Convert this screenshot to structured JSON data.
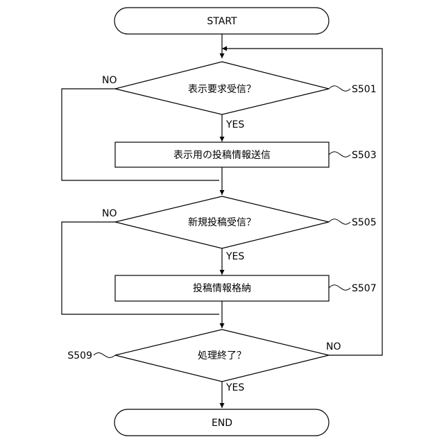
{
  "nodes": {
    "start": "START",
    "s501": "表示要求受信？",
    "s503": "表示用の投稿情報送信",
    "s505": "新規投稿受信？",
    "s507": "投稿情報格納",
    "s509": "処理終了？",
    "end": "END"
  },
  "step_labels": {
    "s501": "S501",
    "s503": "S503",
    "s505": "S505",
    "s507": "S507",
    "s509": "S509"
  },
  "branch_labels": {
    "s501_no": "NO",
    "s501_yes": "YES",
    "s505_no": "NO",
    "s505_yes": "YES",
    "s509_no": "NO",
    "s509_yes": "YES"
  }
}
